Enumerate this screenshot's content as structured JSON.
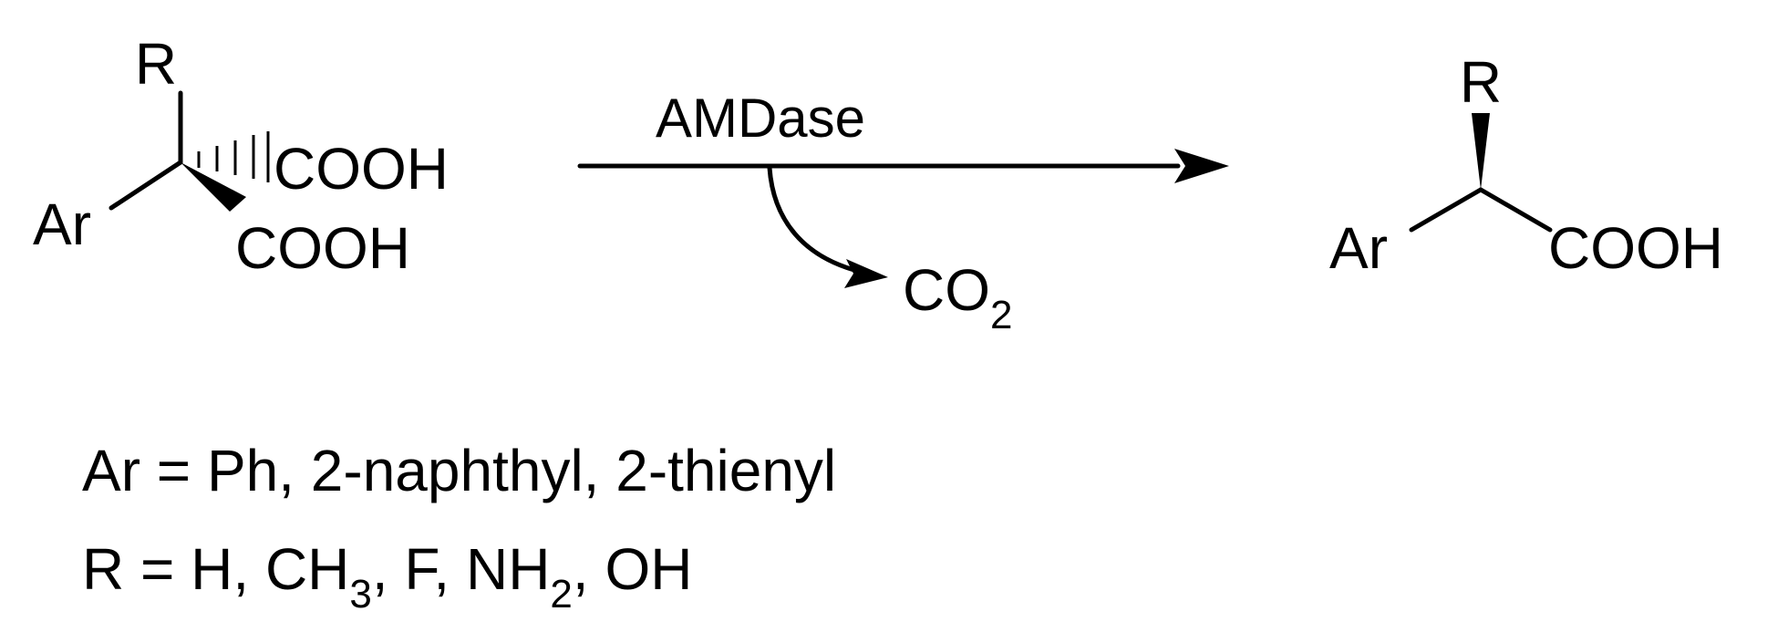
{
  "reactant": {
    "r_group": "R",
    "aryl": "Ar",
    "carboxyl_top": "COOH",
    "carboxyl_bottom": "COOH"
  },
  "arrow": {
    "enzyme": "AMDase",
    "byproduct_main": "CO",
    "byproduct_sub": "2"
  },
  "product": {
    "r_group": "R",
    "aryl": "Ar",
    "carboxyl": "COOH"
  },
  "definitions": {
    "ar_line": "Ar = Ph, 2-naphthyl, 2-thienyl",
    "r_line_parts": [
      "R = H, CH",
      "3",
      ", F, NH",
      "2",
      ", OH"
    ]
  }
}
